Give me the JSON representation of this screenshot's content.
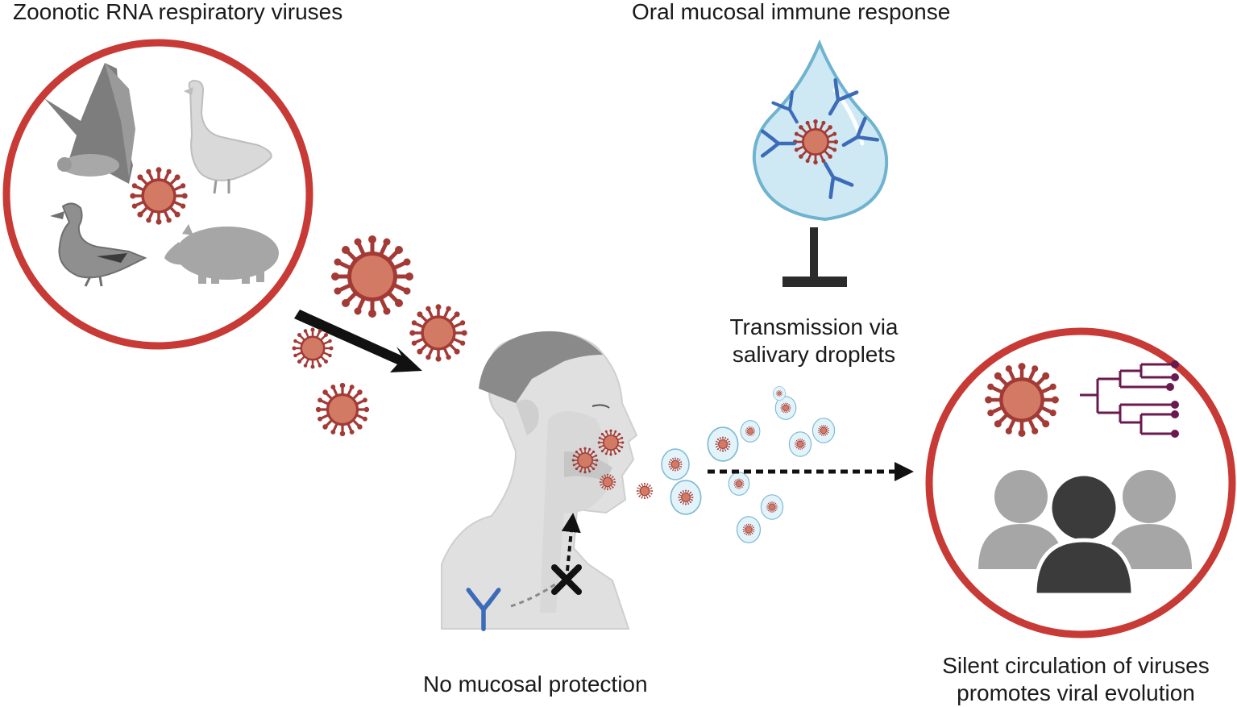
{
  "labels": {
    "zoonotic_title": "Zoonotic RNA respiratory viruses",
    "oral_title": "Oral mucosal immune response",
    "transmission_line1": "Transmission via",
    "transmission_line2": "salivary droplets",
    "no_protection": "No mucosal protection",
    "circulation_line1": "Silent circulation of viruses",
    "circulation_line2": "promotes viral evolution"
  },
  "icons": {
    "animals": [
      "bat-icon",
      "goose-icon",
      "duck-icon",
      "pig-icon"
    ],
    "virus": "virus-icon",
    "droplet": "saliva-droplet-icon",
    "antibody": "antibody-icon",
    "block": "inhibition-icon",
    "cross": "x-mark-icon",
    "tree": "phylogenetic-tree-icon",
    "people": "people-group-icon"
  },
  "colors": {
    "circle_border": "#c73a35",
    "virus_core": "#d27a63",
    "virus_spike": "#a33a36",
    "antibody": "#3d6bb8",
    "droplet_fill": "#bfe1ef",
    "droplet_stroke": "#6fb3cf",
    "tree": "#6b1a4f",
    "gray_dark": "#3b3b3b",
    "gray_light": "#a6a6a6"
  }
}
